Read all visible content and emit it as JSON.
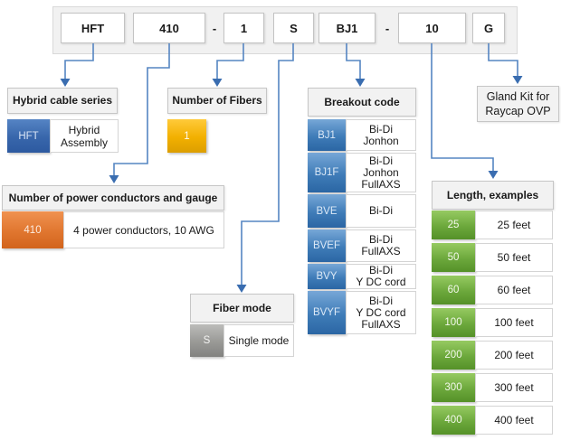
{
  "part_number_bar": {
    "segments": [
      {
        "label": "HFT"
      },
      {
        "label": "410"
      },
      {
        "label": "-"
      },
      {
        "label": "1"
      },
      {
        "label": "S"
      },
      {
        "label": "BJ1"
      },
      {
        "label": "-"
      },
      {
        "label": "10"
      },
      {
        "label": "G"
      }
    ]
  },
  "sections": {
    "series": {
      "title": "Hybrid cable series",
      "code": "HFT",
      "desc": "Hybrid\nAssembly"
    },
    "fibers": {
      "title": "Number of Fibers",
      "code": "1"
    },
    "power": {
      "title": "Number of power conductors and gauge",
      "code": "410",
      "desc": "4 power conductors, 10 AWG"
    },
    "fiber_mode": {
      "title": "Fiber mode",
      "code": "S",
      "desc": "Single mode"
    },
    "breakout": {
      "title": "Breakout code",
      "rows": [
        {
          "code": "BJ1",
          "desc": "Bi-Di\nJonhon"
        },
        {
          "code": "BJ1F",
          "desc": "Bi-Di\nJonhon\nFullAXS"
        },
        {
          "code": "BVE",
          "desc": "Bi-Di"
        },
        {
          "code": "BVEF",
          "desc": "Bi-Di\nFullAXS"
        },
        {
          "code": "BVY",
          "desc": "Bi-Di\nY DC cord"
        },
        {
          "code": "BVYF",
          "desc": "Bi-Di\nY DC cord\nFullAXS"
        }
      ]
    },
    "gland": {
      "title": "Gland Kit for\nRaycap OVP"
    },
    "length": {
      "title": "Length, examples",
      "rows": [
        {
          "code": "25",
          "desc": "25 feet"
        },
        {
          "code": "50",
          "desc": "50 feet"
        },
        {
          "code": "60",
          "desc": "60 feet"
        },
        {
          "code": "100",
          "desc": "100 feet"
        },
        {
          "code": "200",
          "desc": "200 feet"
        },
        {
          "code": "300",
          "desc": "300 feet"
        },
        {
          "code": "400",
          "desc": "400 feet"
        }
      ]
    }
  },
  "colors": {
    "connector_line": "#5585c2",
    "connector_arrow": "#3a6db0",
    "series_code": "#3866ab",
    "breakout_code": "#3f7cb8",
    "power_code": "#e0762f",
    "fibers_code": "#f2b000",
    "fiber_mode_code": "#999996",
    "length_code": "#6ca83c",
    "header_bg": "#f2f2f2"
  }
}
